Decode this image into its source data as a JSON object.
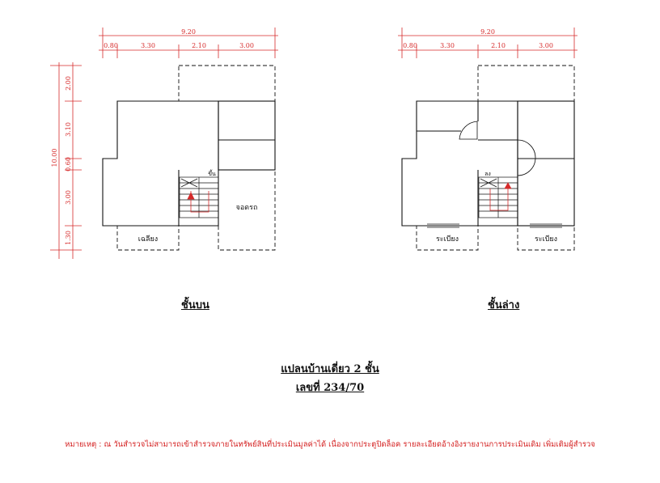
{
  "dimensions": {
    "overall": "9.20",
    "horizontal": [
      "0.80",
      "3.30",
      "2.10",
      "3.00"
    ],
    "vertical_total": "10.00",
    "vertical": [
      "2.00",
      "3.10",
      "0.60",
      "3.00",
      "1.30"
    ]
  },
  "upper_floor": {
    "title": "ชั้นบน",
    "stair_label": "ขึ้น",
    "garage_label": "จอดรถ",
    "eave_label": "เฉลียง"
  },
  "lower_floor": {
    "title": "ชั้นล่าง",
    "stair_label": "ลง",
    "balcony_left_label": "ระเบียง",
    "balcony_right_label": "ระเบียง"
  },
  "heading": {
    "title": "แปลนบ้านเดี่ยว 2 ชั้น",
    "number": "เลขที่ 234/70"
  },
  "note": "หมายเหตุ : ณ วันสำรวจไม่สามารถเข้าสำรวจภายในทรัพย์สินที่ประเมินมูลค่าได้ เนื่องจากประตูปิดล็อค รายละเอียดอ้างอิงรายงานการประเมินเดิม เพิ่มเติมผู้สำรวจ",
  "colors": {
    "dimension": "#d62a2a",
    "wall": "#111111",
    "note": "#d42020"
  }
}
